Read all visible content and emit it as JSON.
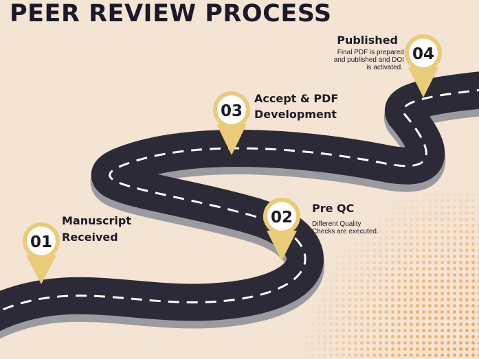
{
  "title": "PEER REVIEW PROCESS",
  "steps": [
    {
      "number": "01",
      "title_line1": "Manuscript",
      "title_line2": "Received"
    },
    {
      "number": "02",
      "title": "Pre QC",
      "desc_line1": "Different Quality",
      "desc_line2": "Checks are executed."
    },
    {
      "number": "03",
      "title_line1": "Accept & PDF",
      "title_line2": "Development"
    },
    {
      "number": "04",
      "title": "Published",
      "desc_line1": "Final PDF is prepared",
      "desc_line2": "and published and DOI",
      "desc_line3": "is activated."
    }
  ],
  "colors": {
    "background": "#f3e4d4",
    "road": "#2b2a36",
    "road_shadow": "#9b9aa0",
    "pin": "#eacb77",
    "dots": "#f3a24a",
    "text": "#1b1a26"
  },
  "icons": [
    "location-pin-icon"
  ]
}
